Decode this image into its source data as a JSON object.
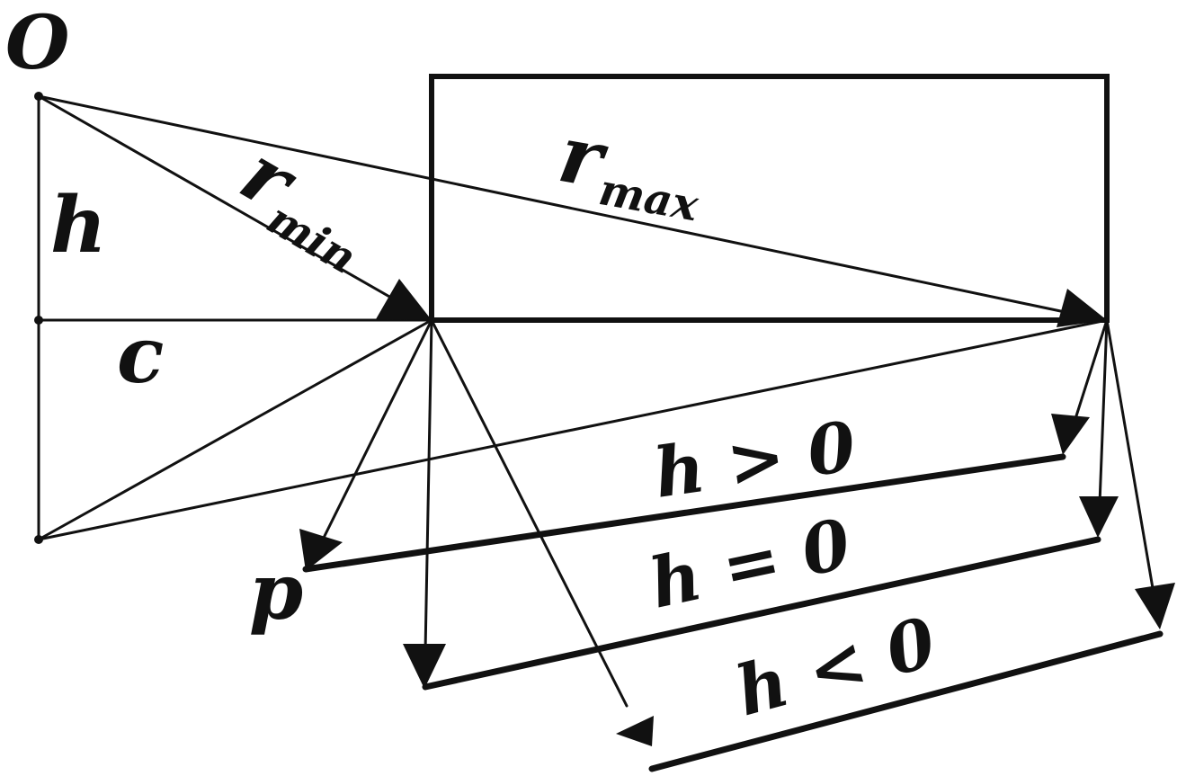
{
  "labels": {
    "origin": "O",
    "h": "h",
    "c": "c",
    "r": "r",
    "min": "min",
    "max": "max",
    "p": "p",
    "h_pos": "h > 0",
    "h_zero": "h = 0",
    "h_neg": "h < 0"
  },
  "colors": {
    "ink": "#111111",
    "background": "#ffffff"
  }
}
